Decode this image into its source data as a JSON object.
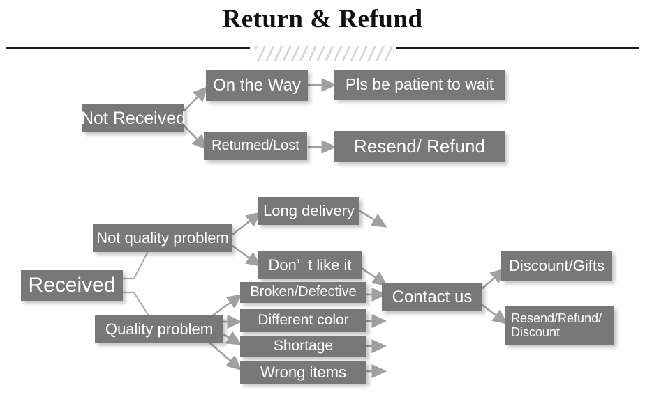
{
  "header": {
    "title": "Return & Refund",
    "watermark": ""
  },
  "diagram": {
    "type": "flowchart",
    "background": "#ffffff",
    "node_fill": "#787878",
    "node_text_color": "#ffffff",
    "connector_color": "#9a9a9a",
    "branches": [
      {
        "root": "Not Received",
        "paths": [
          [
            "Not Received",
            "On the Way",
            "Pls be patient to wait"
          ],
          [
            "Not Received",
            "Returned/Lost",
            "Resend/ Refund"
          ]
        ]
      },
      {
        "root": "Received",
        "paths": [
          [
            "Received",
            "Not quality problem",
            "Long delivery"
          ],
          [
            "Received",
            "Not quality problem",
            "Don’  t like it",
            "Contact us"
          ],
          [
            "Received",
            "Quality problem",
            "Broken/Defective",
            "Contact us"
          ],
          [
            "Received",
            "Quality problem",
            "Different color"
          ],
          [
            "Received",
            "Quality problem",
            "Shortage"
          ],
          [
            "Received",
            "Quality problem",
            "Wrong items"
          ],
          [
            "Contact us",
            "Discount/Gifts"
          ],
          [
            "Contact us",
            "Resend/Refund/\nDiscount"
          ]
        ]
      }
    ],
    "nodes": {
      "not_received": "Not Received",
      "on_the_way": "On the Way",
      "pls_be_patient": "Pls be patient to wait",
      "returned_lost": "Returned/Lost",
      "resend_refund": "Resend/ Refund",
      "received": "Received",
      "not_quality_problem": "Not quality problem",
      "quality_problem": "Quality problem",
      "long_delivery": "Long delivery",
      "dont_like_it": "Don’  t like it",
      "broken_defective": "Broken/Defective",
      "different_color": "Different color",
      "shortage": "Shortage",
      "wrong_items": "Wrong items",
      "contact_us": "Contact us",
      "discount_gifts": "Discount/Gifts",
      "resend_refund_discount": "Resend/Refund/\nDiscount"
    }
  }
}
